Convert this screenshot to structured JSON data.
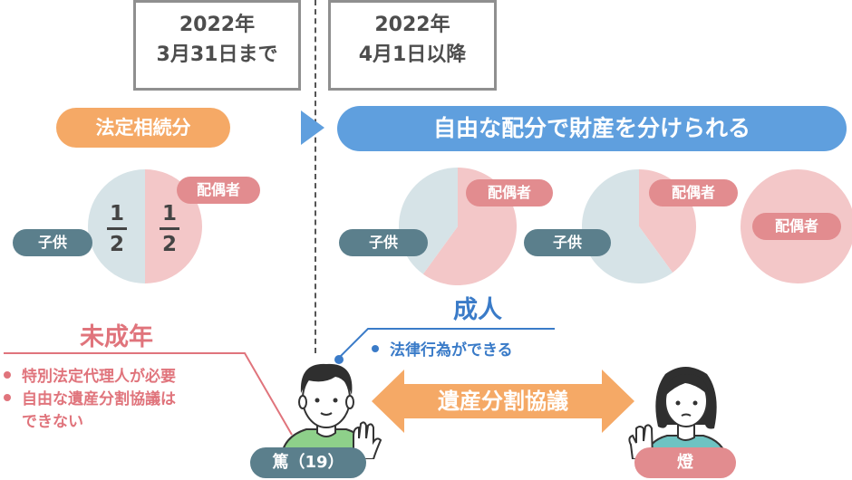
{
  "date_boxes": {
    "before": {
      "year": "2022年",
      "date": "3月31日まで"
    },
    "after": {
      "year": "2022年",
      "date": "4月1日以降"
    }
  },
  "legal_share_label": "法定相続分",
  "free_split_label": "自由な配分で財産を分けられる",
  "labels": {
    "spouse": "配偶者",
    "child": "子供"
  },
  "fractions": {
    "child": {
      "numerator": "1",
      "denominator": "2"
    },
    "spouse": {
      "numerator": "1",
      "denominator": "2"
    }
  },
  "pie_shares": [
    {
      "spouse": 0.5,
      "child": 0.5
    },
    {
      "spouse": 0.6,
      "child": 0.4
    },
    {
      "spouse": 0.4,
      "child": 0.6
    },
    {
      "spouse": 1.0,
      "child": 0.0
    }
  ],
  "adult": {
    "title": "成人",
    "bullets": [
      "法律行為ができる"
    ]
  },
  "minor": {
    "title": "未成年",
    "bullets": [
      "特別法定代理人が必要",
      "自由な遺産分割協議は",
      "できない"
    ]
  },
  "negotiation_label": "遺産分割協議",
  "people": {
    "son": "篤（19）",
    "mother": "燈"
  },
  "colors": {
    "spouse_pie": "#f3c7c8",
    "child_pie": "#d6e3e7",
    "spouse_label": "#e28c8f",
    "child_label": "#5b7f8c",
    "orange": "#f5a966",
    "blue": "#5f9fde",
    "adult_text": "#3a7bc8",
    "minor_text": "#e0747c"
  }
}
